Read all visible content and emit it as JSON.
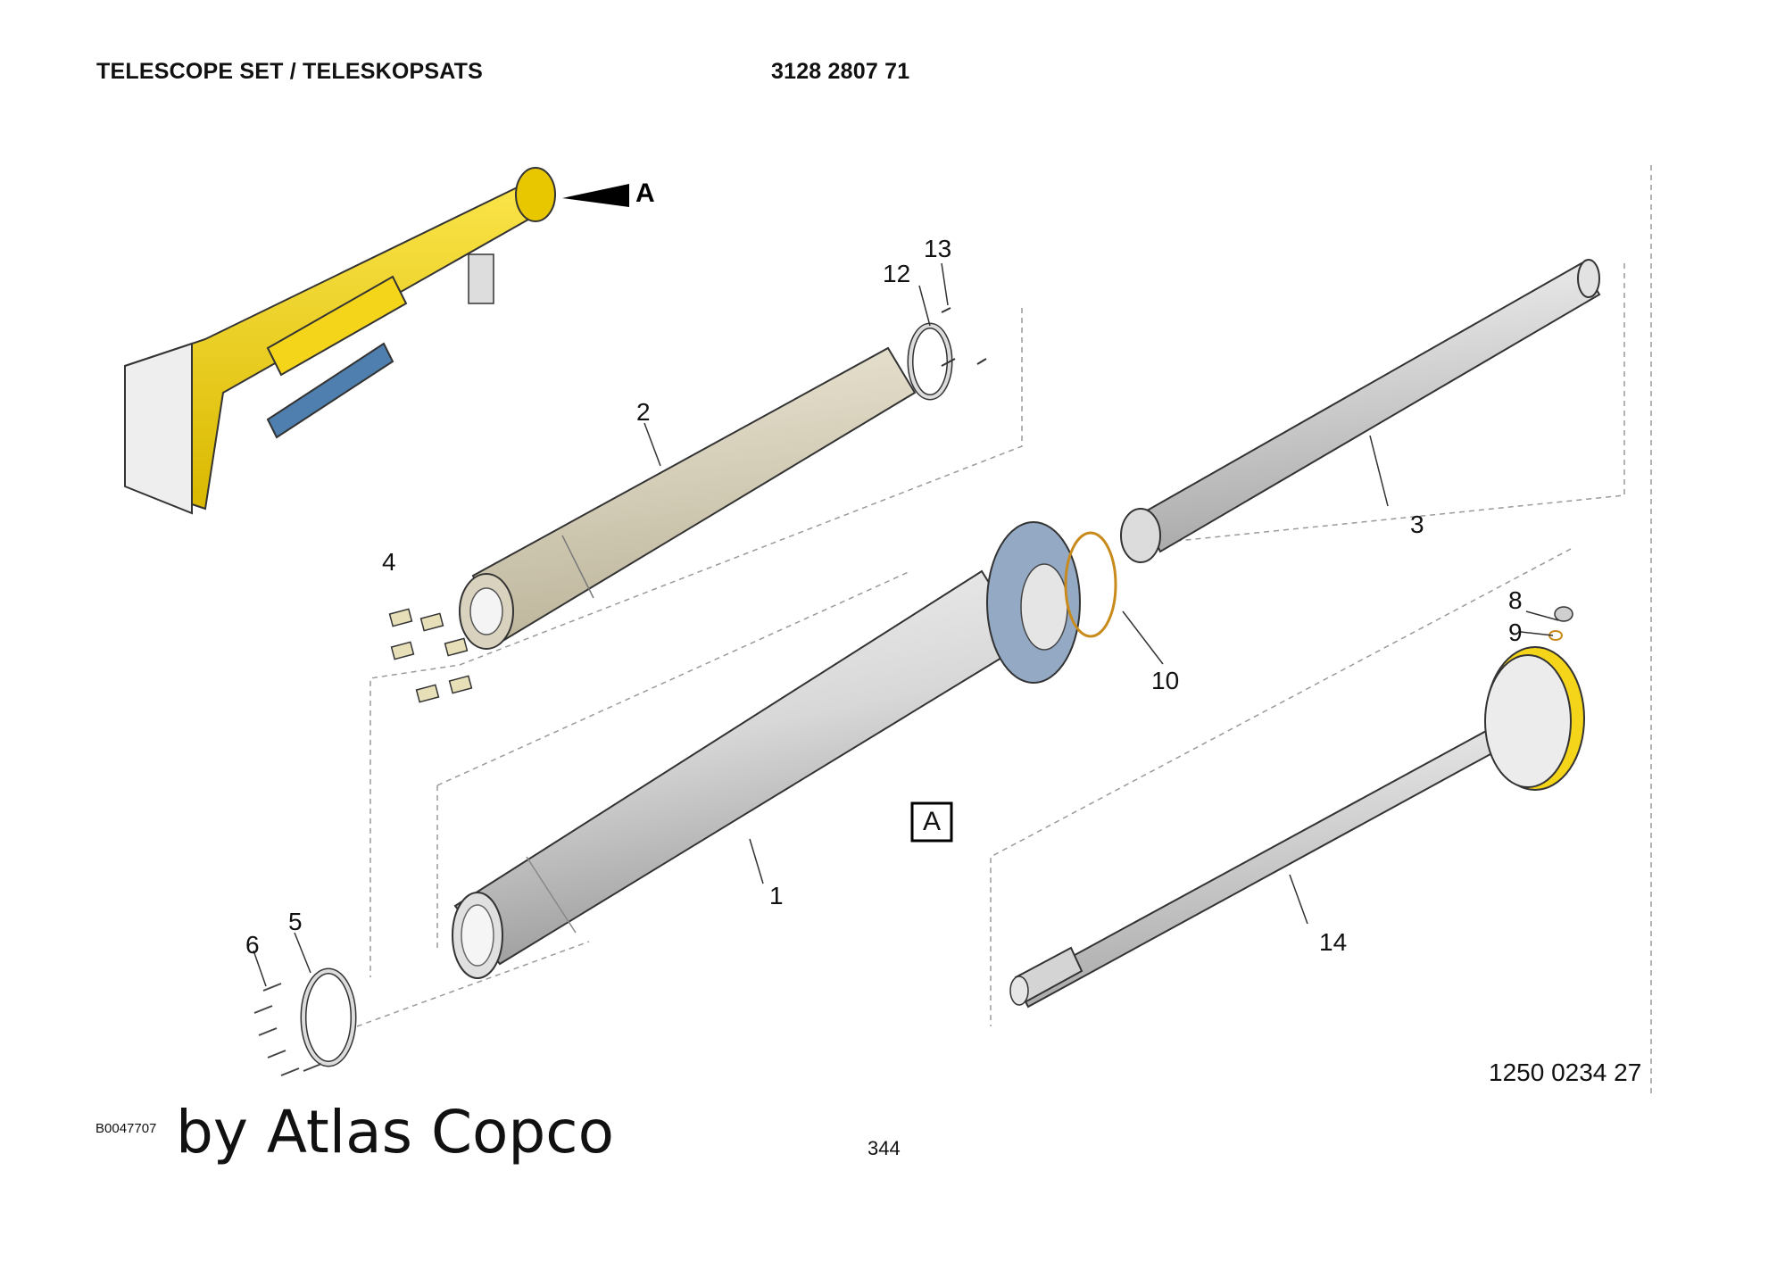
{
  "header": {
    "title": "TELESCOPE SET / TELESKOPSATS",
    "part_number": "3128 2807 71"
  },
  "view_marker": {
    "arrow_label": "A",
    "box_label": "A"
  },
  "callouts": [
    {
      "id": "1",
      "label": "1"
    },
    {
      "id": "2",
      "label": "2"
    },
    {
      "id": "3",
      "label": "3"
    },
    {
      "id": "4",
      "label": "4"
    },
    {
      "id": "5",
      "label": "5"
    },
    {
      "id": "6",
      "label": "6"
    },
    {
      "id": "8",
      "label": "8"
    },
    {
      "id": "9",
      "label": "9"
    },
    {
      "id": "10",
      "label": "10"
    },
    {
      "id": "12",
      "label": "12"
    },
    {
      "id": "13",
      "label": "13"
    },
    {
      "id": "14",
      "label": "14"
    }
  ],
  "footer": {
    "image_code": "B0047707",
    "brand": "by Atlas Copco",
    "drawing_number": "1250 0234 27",
    "page_number": "344"
  },
  "colors": {
    "boom_yellow": "#f5d51a",
    "cylinder_blue": "#4f7fae",
    "tube_grey": "#dcdcdc",
    "sleeve_beige": "#dcd6c2",
    "flange_blue": "#93a9c4",
    "oring_orange": "#c98a1c"
  }
}
